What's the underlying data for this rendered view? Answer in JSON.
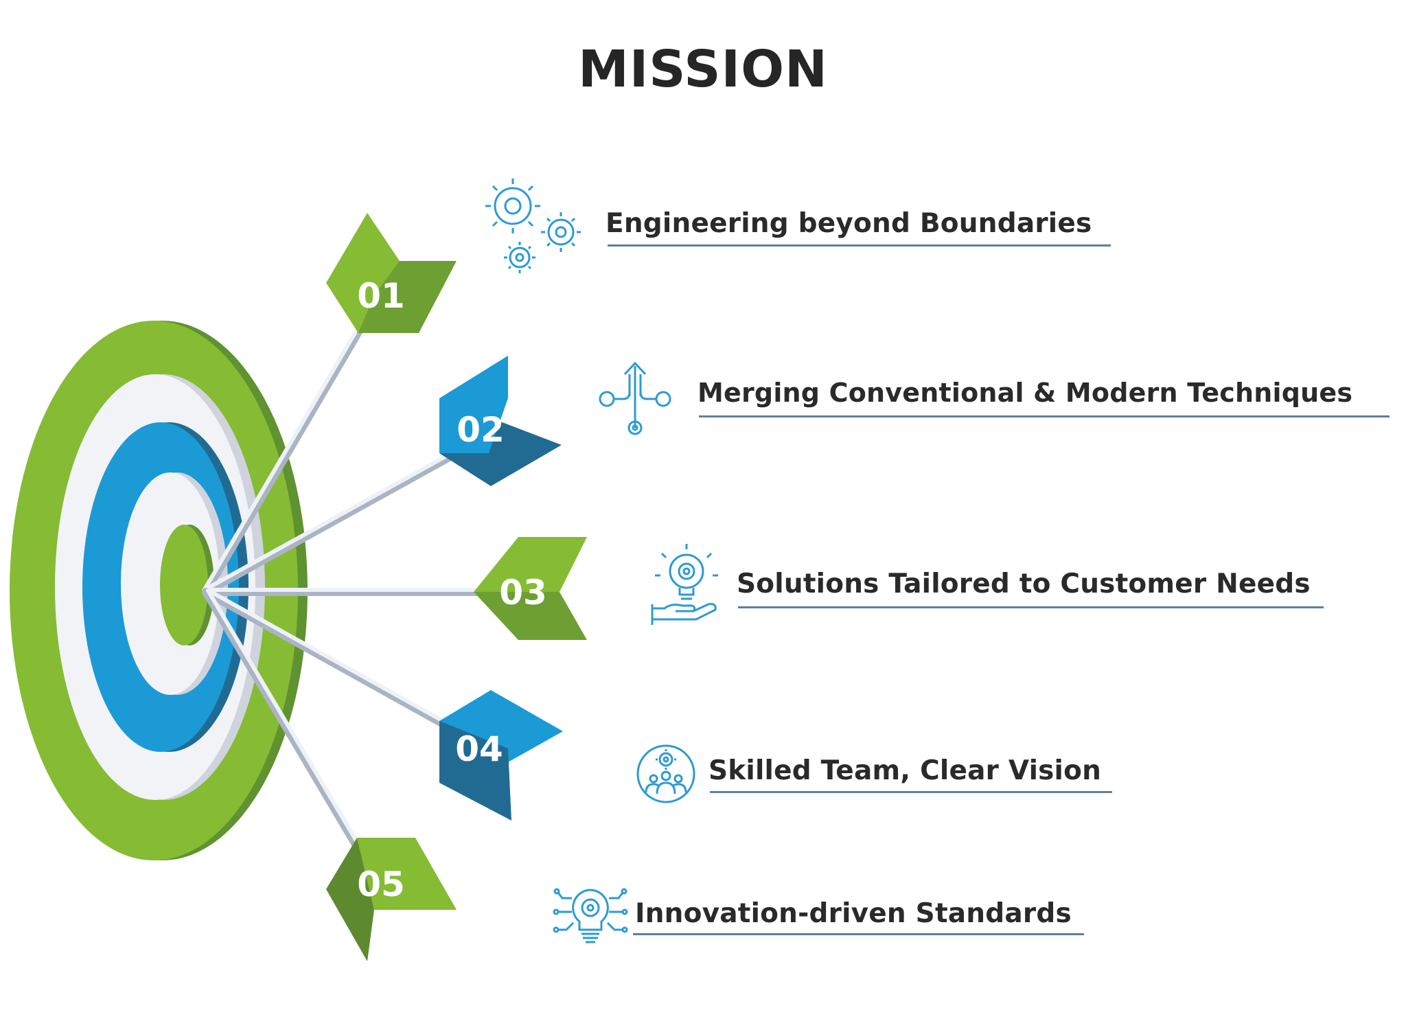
{
  "title": "MISSION",
  "colors": {
    "green": "#86bb34",
    "green_dark": "#5d8a2f",
    "blue": "#1b9ad6",
    "blue_dark": "#216b93",
    "text": "#262626",
    "underline": "#5d7f9e",
    "icon": "#2d9ad4"
  },
  "items": [
    {
      "number": "01",
      "label": "Engineering beyond Boundaries",
      "icon": "gears-icon",
      "color": "green"
    },
    {
      "number": "02",
      "label": "Merging Conventional & Modern Techniques",
      "icon": "merge-arrows-icon",
      "color": "blue"
    },
    {
      "number": "03",
      "label": "Solutions Tailored to Customer Needs",
      "icon": "hand-lightbulb-gear-icon",
      "color": "green"
    },
    {
      "number": "04",
      "label": "Skilled Team, Clear Vision",
      "icon": "team-gear-icon",
      "color": "blue"
    },
    {
      "number": "05",
      "label": "Innovation-driven Standards",
      "icon": "circuit-lightbulb-icon",
      "color": "green"
    }
  ]
}
